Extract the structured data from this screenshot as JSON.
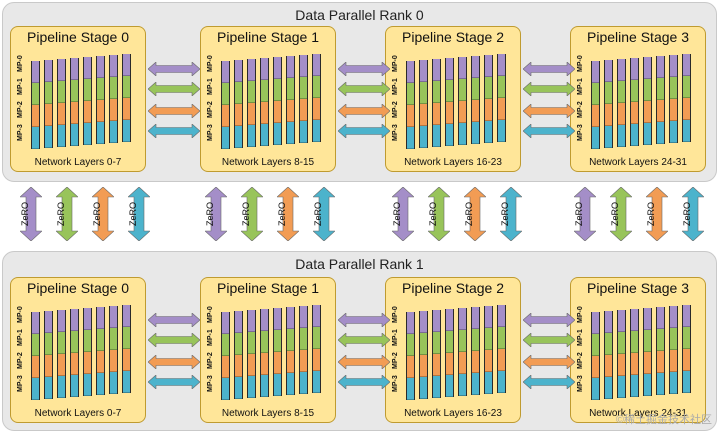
{
  "ranks": [
    {
      "title": "Data Parallel Rank 0",
      "stages": [
        {
          "title": "Pipeline Stage 0",
          "layers": "Network Layers 0-7"
        },
        {
          "title": "Pipeline Stage 1",
          "layers": "Network Layers 8-15"
        },
        {
          "title": "Pipeline Stage 2",
          "layers": "Network Layers 16-23"
        },
        {
          "title": "Pipeline Stage 3",
          "layers": "Network Layers 24-31"
        }
      ]
    },
    {
      "title": "Data Parallel Rank 1",
      "stages": [
        {
          "title": "Pipeline Stage 0",
          "layers": "Network Layers 0-7"
        },
        {
          "title": "Pipeline Stage 1",
          "layers": "Network Layers 8-15"
        },
        {
          "title": "Pipeline Stage 2",
          "layers": "Network Layers 16-23"
        },
        {
          "title": "Pipeline Stage 3",
          "layers": "Network Layers 24-31"
        }
      ]
    }
  ],
  "mp_labels": [
    "MP-0",
    "MP-1",
    "MP-2",
    "MP-3"
  ],
  "zero_label": "ZeRO",
  "colors": {
    "mp0": "#a48ec8",
    "mp1": "#98c45a",
    "mp2": "#f29c54",
    "mp3": "#4cb3cc",
    "stage_fill": "#ffe699",
    "panel_fill": "#e8e8e8"
  },
  "watermark": "©稀土掘金技术社区"
}
